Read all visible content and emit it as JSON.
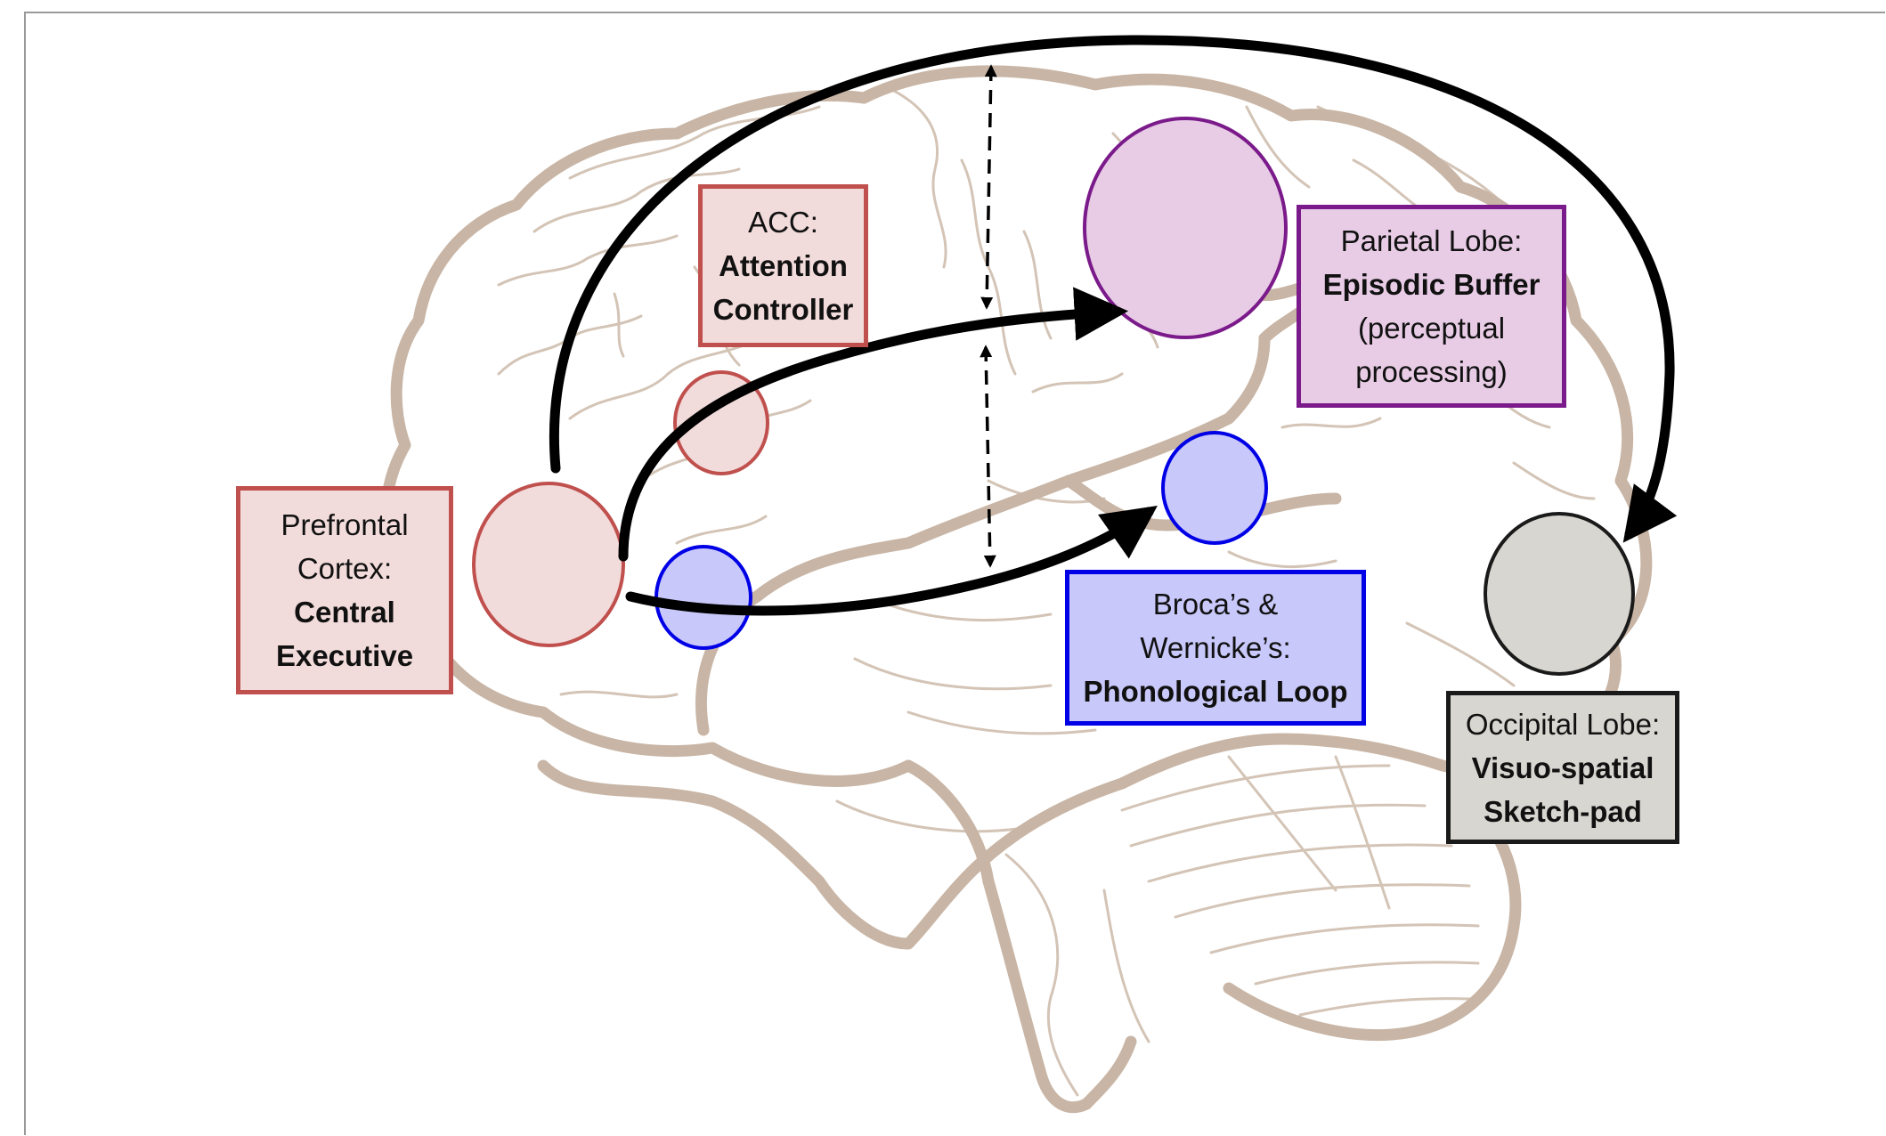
{
  "colors": {
    "brain_outline": "#c8b5a5",
    "brain_sulci": "#d3c4b6",
    "arrow": "#000000",
    "red_stroke": "#c0504d",
    "red_fill": "#f2dcdb",
    "blue_stroke": "#0000e6",
    "blue_fill": "#c8c8fa",
    "purple_stroke": "#7b1a8a",
    "purple_fill": "#e8cce6",
    "gray_stroke": "#1a1a1a",
    "gray_fill": "#d8d6d0"
  },
  "labels": {
    "prefrontal": {
      "line1": "Prefrontal",
      "line2": "Cortex:",
      "line3": "Central",
      "line4": "Executive"
    },
    "acc": {
      "line1": "ACC:",
      "line2": "Attention",
      "line3": "Controller"
    },
    "parietal": {
      "line1": "Parietal Lobe:",
      "line2": "Episodic Buffer",
      "line3": "(perceptual",
      "line4": "processing)"
    },
    "broca": {
      "line1": "Broca’s &",
      "line2": "Wernicke’s:",
      "line3": "Phonological Loop"
    },
    "occipital": {
      "line1": "Occipital Lobe:",
      "line2": "Visuo-spatial",
      "line3": "Sketch-pad"
    }
  }
}
